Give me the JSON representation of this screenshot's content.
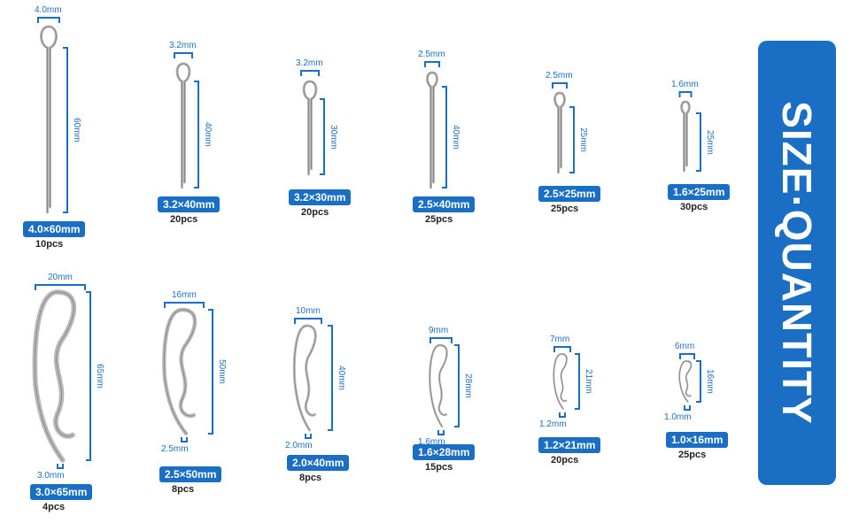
{
  "banner": {
    "title": "SIZE·QUANTITY"
  },
  "colors": {
    "accent": "#1a6fc4",
    "metal": "#b8b8b8"
  },
  "items": [
    {
      "type": "cotter",
      "width_label": "4.0mm",
      "length_label": "60mm",
      "size": "4.0×60mm",
      "qty_num": "10",
      "qty_unit": "pcs"
    },
    {
      "type": "cotter",
      "width_label": "3.2mm",
      "length_label": "40mm",
      "size": "3.2×40mm",
      "qty_num": "20",
      "qty_unit": "pcs"
    },
    {
      "type": "cotter",
      "width_label": "3.2mm",
      "length_label": "30mm",
      "size": "3.2×30mm",
      "qty_num": "20",
      "qty_unit": "pcs"
    },
    {
      "type": "cotter",
      "width_label": "2.5mm",
      "length_label": "40mm",
      "size": "2.5×40mm",
      "qty_num": "25",
      "qty_unit": "pcs"
    },
    {
      "type": "cotter",
      "width_label": "2.5mm",
      "length_label": "25mm",
      "size": "2.5×25mm",
      "qty_num": "25",
      "qty_unit": "pcs"
    },
    {
      "type": "cotter",
      "width_label": "1.6mm",
      "length_label": "25mm",
      "size": "1.6×25mm",
      "qty_num": "30",
      "qty_unit": "pcs"
    },
    {
      "type": "rclip",
      "width_label": "20mm",
      "length_label": "65mm",
      "wire_label": "3.0mm",
      "size": "3.0×65mm",
      "qty_num": "4",
      "qty_unit": "pcs"
    },
    {
      "type": "rclip",
      "width_label": "16mm",
      "length_label": "50mm",
      "wire_label": "2.5mm",
      "size": "2.5×50mm",
      "qty_num": "8",
      "qty_unit": "pcs"
    },
    {
      "type": "rclip",
      "width_label": "10mm",
      "length_label": "40mm",
      "wire_label": "2.0mm",
      "size": "2.0×40mm",
      "qty_num": "8",
      "qty_unit": "pcs"
    },
    {
      "type": "rclip",
      "width_label": "9mm",
      "length_label": "28mm",
      "wire_label": "1.6mm",
      "size": "1.6×28mm",
      "qty_num": "15",
      "qty_unit": "pcs"
    },
    {
      "type": "rclip",
      "width_label": "7mm",
      "length_label": "21mm",
      "wire_label": "1.2mm",
      "size": "1.2×21mm",
      "qty_num": "20",
      "qty_unit": "pcs"
    },
    {
      "type": "rclip",
      "width_label": "6mm",
      "length_label": "16mm",
      "wire_label": "1.0mm",
      "size": "1.0×16mm",
      "qty_num": "25",
      "qty_unit": "pcs"
    }
  ]
}
